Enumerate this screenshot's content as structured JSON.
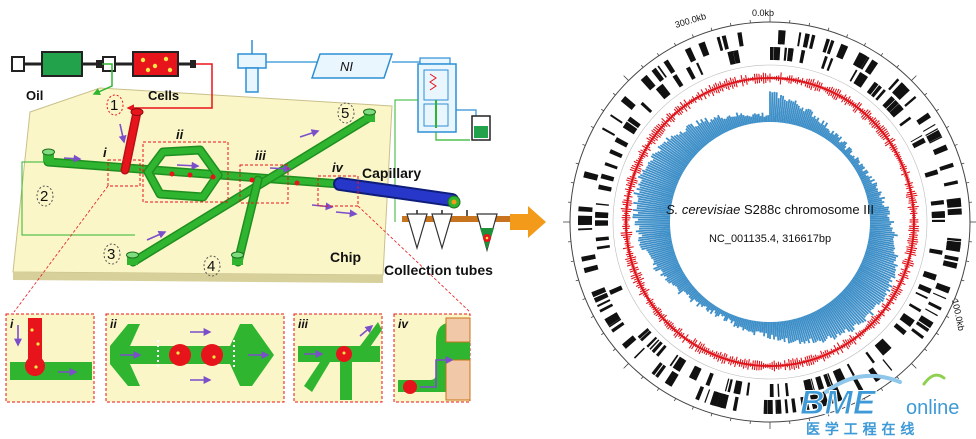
{
  "left_panel": {
    "reagents": {
      "oil": "Oil",
      "cells": "Cells"
    },
    "instrument": {
      "ni_label": "NI"
    },
    "chip": {
      "label": "Chip",
      "port_numbers": [
        "1",
        "2",
        "3",
        "4",
        "5"
      ],
      "junction_labels": [
        "i",
        "ii",
        "iii",
        "iv"
      ],
      "capillary_label": "Capillary",
      "collection_label": "Collection tubes"
    },
    "insets": [
      "i",
      "ii",
      "iii",
      "iv"
    ],
    "colors": {
      "channel": "#2fb52f",
      "droplet": "#e8141b",
      "capillary": "#1c2fb8",
      "chip": "#fbf6c8",
      "arrow": "#7b4fc9",
      "pipe": "#c8731d",
      "orange_arrow": "#f39a1b"
    }
  },
  "right_panel": {
    "title_organism": "S. cerevisiae",
    "title_rest": "S288c chromosome III",
    "accession": "NC_001135.4, 316617bp",
    "ticks": [
      "300.0kb",
      "0.0kb",
      "100.0kb"
    ],
    "colors": {
      "gc": "#e0141b",
      "coverage": "#3e8fc8",
      "genes": "#111111"
    }
  },
  "watermark": {
    "brand_main": "BME",
    "brand_sub": "online",
    "tagline": "医 学 工 程 在 线"
  }
}
